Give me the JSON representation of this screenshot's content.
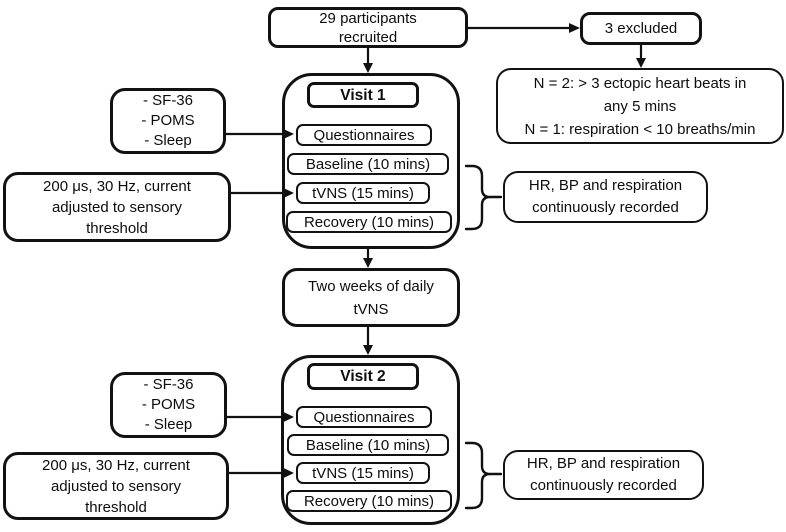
{
  "colors": {
    "stroke": "#111111",
    "text": "#0d0d0d",
    "background": "#ffffff"
  },
  "flow": {
    "recruited": {
      "lines": [
        "29 participants",
        "recruited"
      ]
    },
    "excluded": {
      "label": "3 excluded"
    },
    "exclusion_reasons": {
      "lines": [
        "N = 2: > 3 ectopic heart beats in",
        "any 5 mins",
        "N = 1: respiration < 10 breaths/min"
      ]
    },
    "questionnaires_legend": {
      "lines": [
        "- SF-36",
        "- POMS",
        "- Sleep"
      ]
    },
    "stimulation_params": {
      "lines": [
        "200 μs, 30 Hz, current",
        "adjusted to sensory",
        "threshold"
      ]
    },
    "washout": {
      "lines": [
        "Two weeks of daily",
        "tVNS"
      ]
    },
    "recording_note": {
      "lines": [
        "HR, BP and respiration",
        "continuously recorded"
      ]
    },
    "visit1": {
      "title": "Visit 1",
      "steps": [
        "Questionnaires",
        "Baseline (10 mins)",
        "tVNS (15 mins)",
        "Recovery (10 mins)"
      ]
    },
    "visit2": {
      "title": "Visit 2",
      "steps": [
        "Questionnaires",
        "Baseline (10 mins)",
        "tVNS (15 mins)",
        "Recovery (10 mins)"
      ]
    }
  }
}
